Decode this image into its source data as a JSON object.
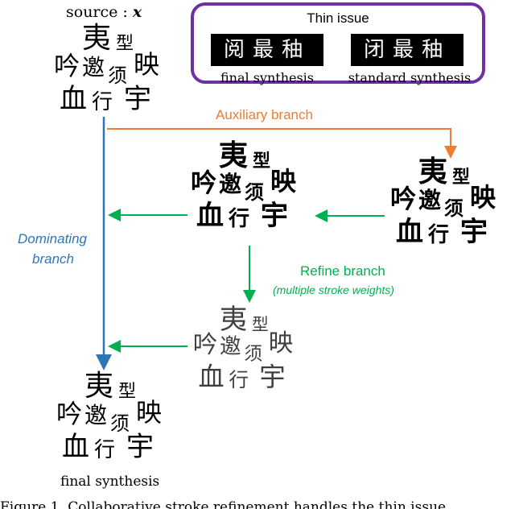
{
  "source_label": "source :",
  "source_symbol": "x",
  "thin_issue": {
    "title": "Thin issue",
    "final_chars": "阅最秞",
    "standard_chars": "闭最秞",
    "final_label": "final synthesis",
    "standard_label": "standard synthesis"
  },
  "glyph_chars": [
    "夷",
    "型",
    "吟",
    "邀",
    "须",
    "映",
    "血",
    "行",
    "宇"
  ],
  "labels": {
    "auxiliary": "Auxiliary branch",
    "dominating": [
      "Dominating",
      "branch"
    ],
    "refine": "Refine branch",
    "refine_sub": "(multiple stroke weights)",
    "final": "final synthesis"
  },
  "caption": "Figure 1. Collaborative stroke refinement handles the thin issue",
  "colors": {
    "purple": "#7030A0",
    "auxiliary": "#ED7D31",
    "dominating": "#2E75B6",
    "refine": "#00B050"
  }
}
